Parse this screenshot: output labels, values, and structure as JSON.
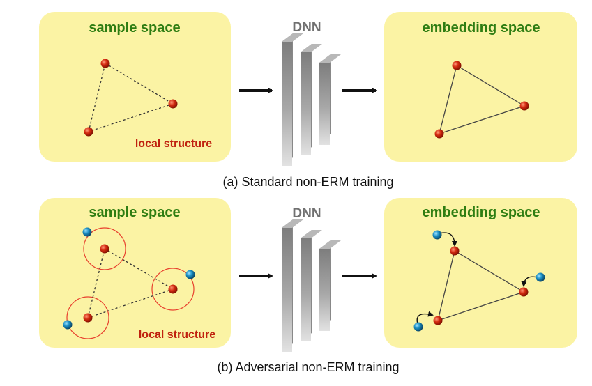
{
  "panel_a": {
    "left_title": "sample space",
    "dnn_label": "DNN",
    "right_title": "embedding space",
    "structure_label": "local structure",
    "caption": "(a) Standard non-ERM training"
  },
  "panel_b": {
    "left_title": "sample space",
    "dnn_label": "DNN",
    "right_title": "embedding space",
    "structure_label": "local structure",
    "caption": "(b) Adversarial non-ERM training"
  },
  "colors": {
    "box_fill": "#fbf3a4",
    "title_green": "#2e7d12",
    "structure_red": "#c0220f",
    "red_point": "#d42a10",
    "blue_point": "#1b8fc4",
    "dnn_gray": "#8f8f8f"
  },
  "icons": {
    "red_point": "red-sphere-icon",
    "blue_point": "blue-sphere-icon",
    "arrow": "right-arrow-icon",
    "network": "dnn-layers-icon"
  }
}
